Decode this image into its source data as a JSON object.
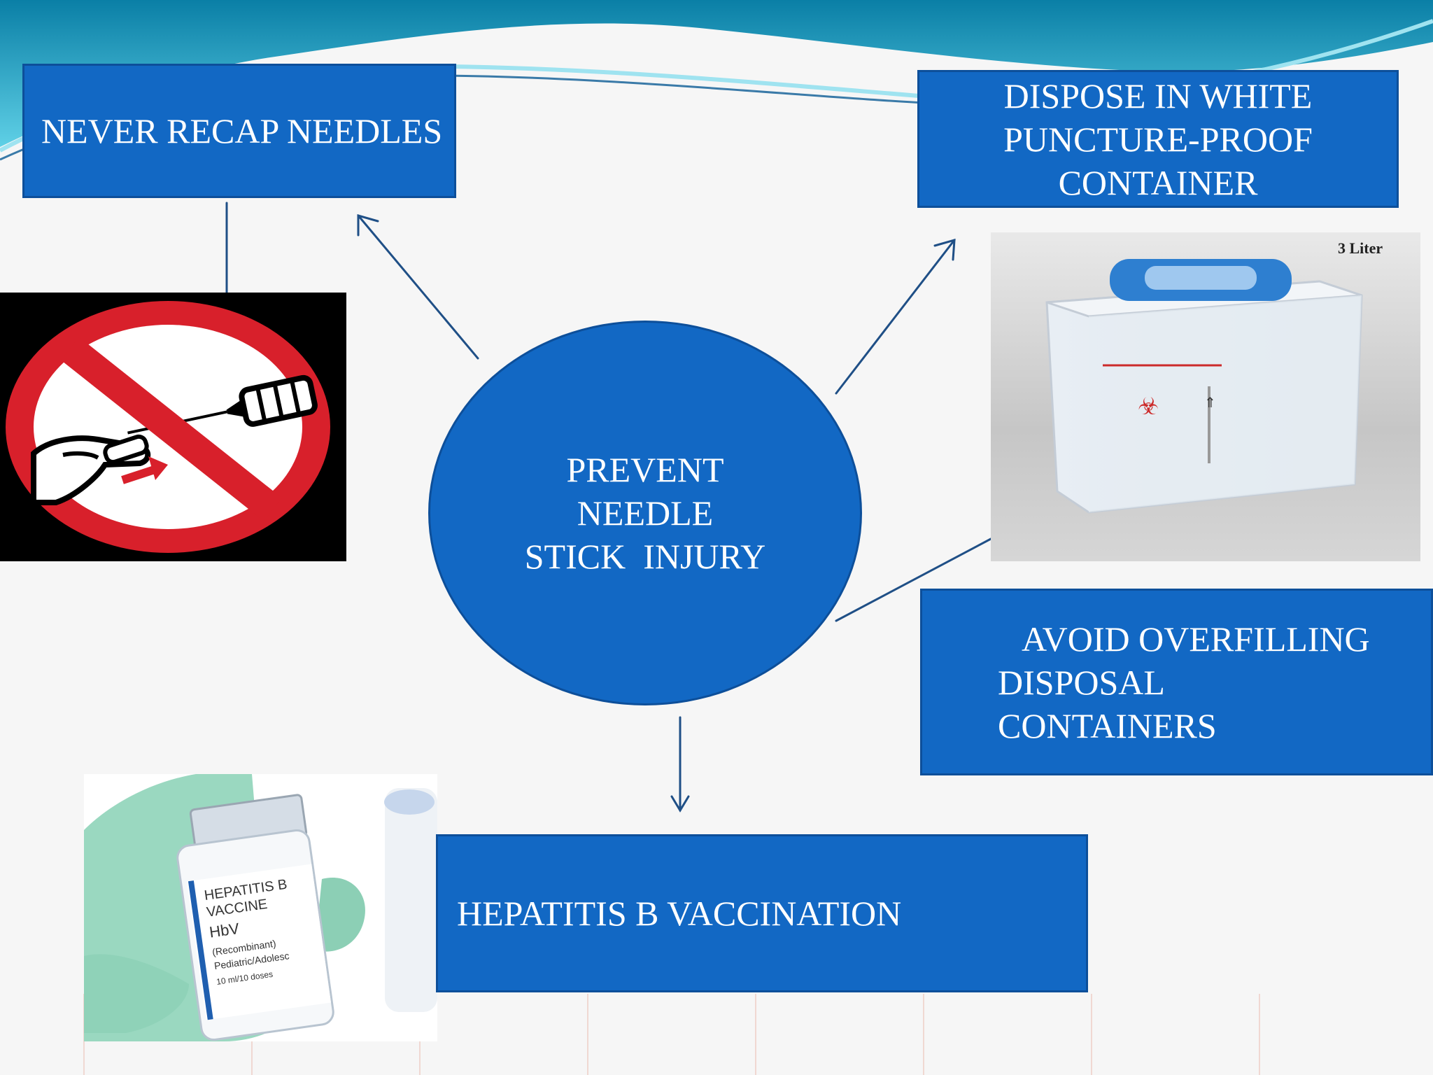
{
  "center": {
    "lines": [
      "PREVENT",
      "NEEDLE",
      "STICK  INJURY"
    ]
  },
  "boxes": {
    "never_recap": "NEVER RECAP NEEDLES",
    "dispose": [
      "DISPOSE IN WHITE",
      "PUNCTURE-PROOF",
      "CONTAINER"
    ],
    "avoid": [
      "AVOID OVERFILLING",
      "DISPOSAL",
      "CONTAINERS"
    ],
    "hepb": "HEPATITIS B VACCINATION"
  },
  "images": {
    "container_label": "3 Liter",
    "vial_label": [
      "HEPATITIS B",
      "VACCINE",
      "HbV",
      "(Recombinant)",
      "Pediatric/Adolesc",
      "10 ml/10 doses"
    ]
  },
  "colors": {
    "box_fill": "#1268c4",
    "box_border": "#0d4f9a",
    "connector": "#1f4f86",
    "sign_red": "#d8202b",
    "wave_teal": "#0aa0c0",
    "glove_green": "#9ad8c0"
  }
}
